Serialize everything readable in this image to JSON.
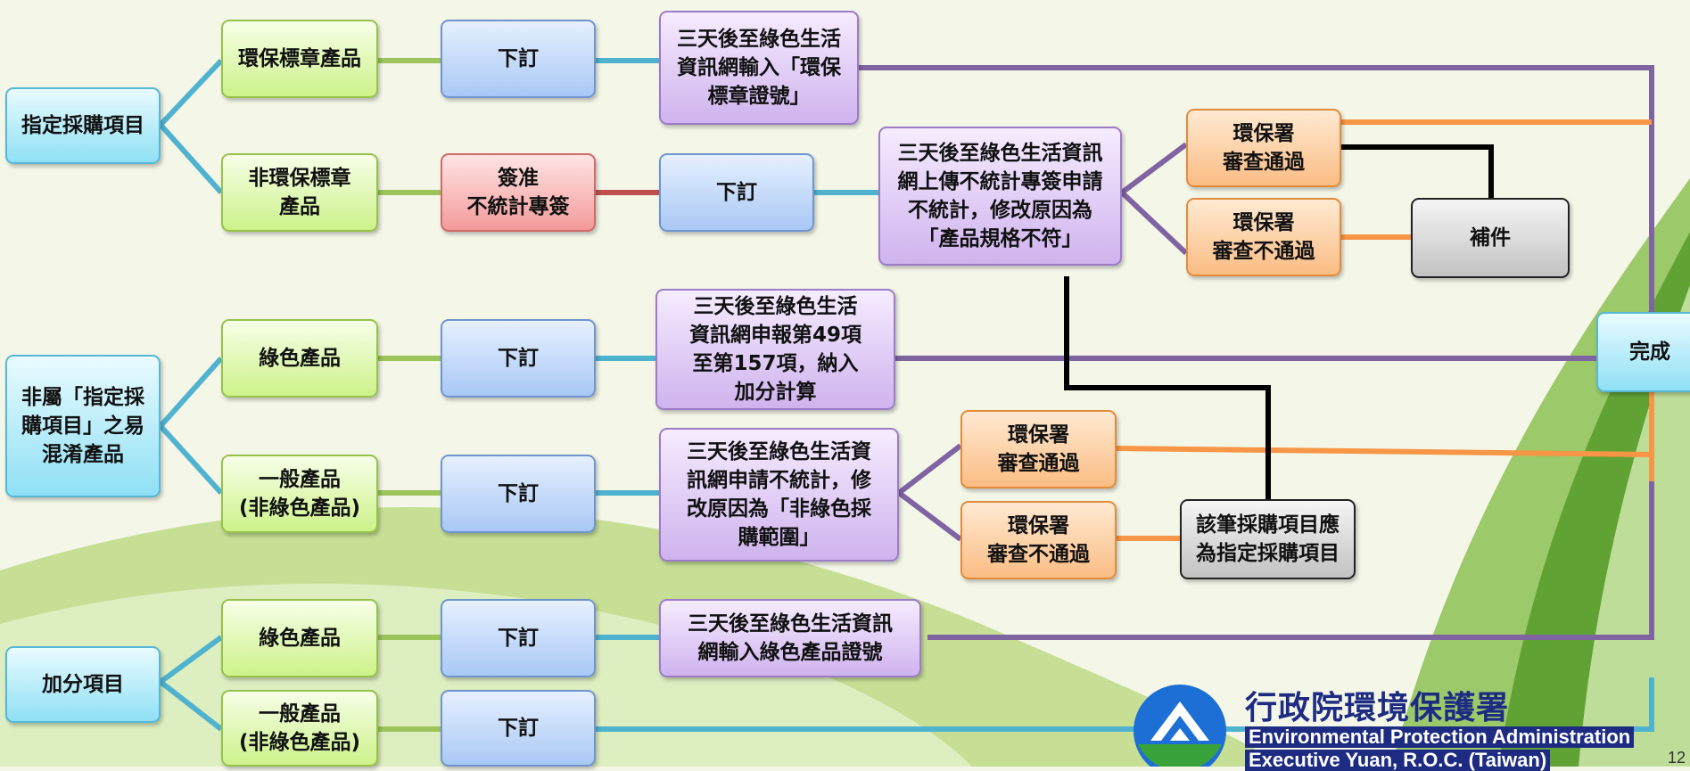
{
  "colors": {
    "background": "#f4f6e8",
    "connector_cyan": "#4fb3cf",
    "connector_green": "#9cc45b",
    "connector_red": "#c0504d",
    "connector_purple": "#8064a2",
    "connector_orange": "#f79646",
    "connector_black": "#000000"
  },
  "groups": {
    "designated": {
      "label": "指定採購項目"
    },
    "confusable": {
      "label": "非屬「指定採\n購項目」之易\n混淆產品"
    },
    "bonus": {
      "label": "加分項目"
    }
  },
  "nodes": {
    "eco_label_product": "環保標章產品",
    "order_1": "下訂",
    "input_eco_label_no": "三天後至綠色生活\n資訊網輸入「環保\n標章證號」",
    "non_eco_label_product": "非環保標章\n產品",
    "approve_exclusion": "簽准\n不統計專簽",
    "order_2": "下訂",
    "upload_exclusion": "三天後至綠色生活資訊\n網上傳不統計專簽申請\n不統計，修改原因為\n「產品規格不符」",
    "epa_pass_1": "環保署\n審查通過",
    "epa_fail_1": "環保署\n審查不通過",
    "supplement": "補件",
    "green_product_1": "綠色產品",
    "order_3": "下訂",
    "declare_items": "三天後至綠色生活\n資訊網申報第49項\n至第157項，納入\n加分計算",
    "general_product_1": "一般產品\n(非綠色產品)",
    "order_4": "下訂",
    "apply_exclusion": "三天後至綠色生活資\n訊網申請不統計，修\n改原因為「非綠色採\n購範圍」",
    "epa_pass_2": "環保署\n審查通過",
    "epa_fail_2": "環保署\n審查不通過",
    "should_be_designated": "該筆採購項目應\n為指定採購項目",
    "complete": "完成",
    "green_product_2": "綠色產品",
    "order_5": "下訂",
    "input_green_no": "三天後至綠色生活資訊\n網輸入綠色產品證號",
    "general_product_2": "一般產品\n(非綠色產品)",
    "order_6": "下訂"
  },
  "logo": {
    "name_zh": "行政院環境保護署",
    "name_en_line1": "Environmental Protection Administration",
    "name_en_line2": "Executive Yuan, R.O.C. (Taiwan)"
  },
  "page_number": "12"
}
